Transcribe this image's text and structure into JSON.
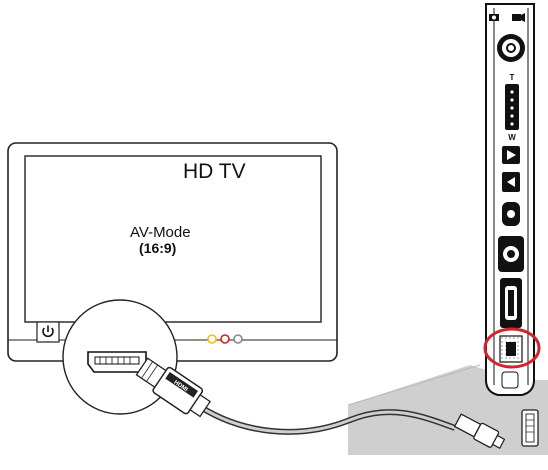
{
  "tv": {
    "title": "HD TV",
    "mode_label": "AV-Mode",
    "mode_ratio": "(16:9)",
    "power_icon": "power-icon",
    "av_jack_colors": [
      "#f2c200",
      "#d62020",
      "#888888"
    ]
  },
  "camcorder": {
    "highlight_color": "#d0252d",
    "icons": [
      "camera-icon",
      "video-icon",
      "playback-icon",
      "delete-icon",
      "info-icon"
    ]
  },
  "cable": {
    "type": "HDMI",
    "plug_label": "HDMI"
  }
}
